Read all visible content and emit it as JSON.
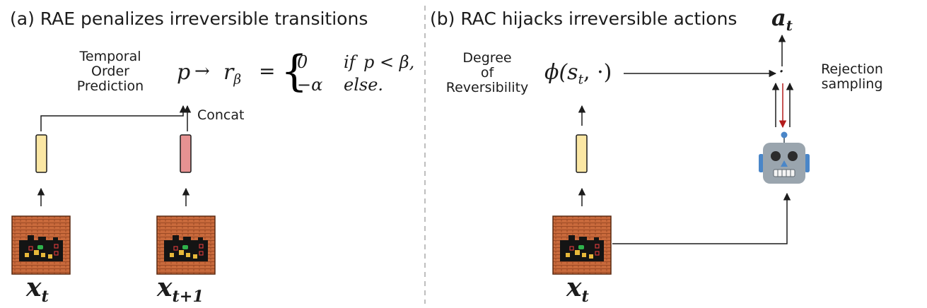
{
  "colors": {
    "ink": "#1c1c1c",
    "latent_yellow": "#fbe7a4",
    "latent_pink": "#e79292",
    "red_arrow": "#b31b1b",
    "brick": "#c96a3c",
    "robot_gray": "#9aa5ae",
    "robot_blue": "#4a86c8",
    "divider": "#a9a9a9"
  },
  "panel_a": {
    "title": "(a)  RAE penalizes irreversible transitions",
    "temporal_label": [
      "Temporal",
      "Order",
      "Prediction"
    ],
    "concat_label": "Concat",
    "formula": {
      "lhs_p": "p",
      "arrow": "→",
      "r": "r",
      "r_sub": "β",
      "equals": "=",
      "case1_value": "0",
      "case1_cond_if": "if",
      "case1_cond_expr": "p < β,",
      "case2_value": "−α",
      "case2_cond": "else."
    },
    "x_labels": [
      {
        "base": "x",
        "sub": "t"
      },
      {
        "base": "x",
        "sub": "t+1"
      }
    ]
  },
  "panel_b": {
    "title": "(b)  RAC hijacks irreversible actions",
    "degree_label": [
      "Degree",
      "of",
      "Reversibility"
    ],
    "phi": {
      "pre": "ϕ(",
      "s": "s",
      "s_sub": "t",
      "post": ", ·)"
    },
    "action": {
      "base": "a",
      "sub": "t"
    },
    "dot": "·",
    "rejection_label": [
      "Rejection",
      "sampling"
    ],
    "x_label": {
      "base": "x",
      "sub": "t"
    }
  },
  "icons": {
    "frame": "sokoban-frame-icon",
    "robot": "robot-icon"
  }
}
